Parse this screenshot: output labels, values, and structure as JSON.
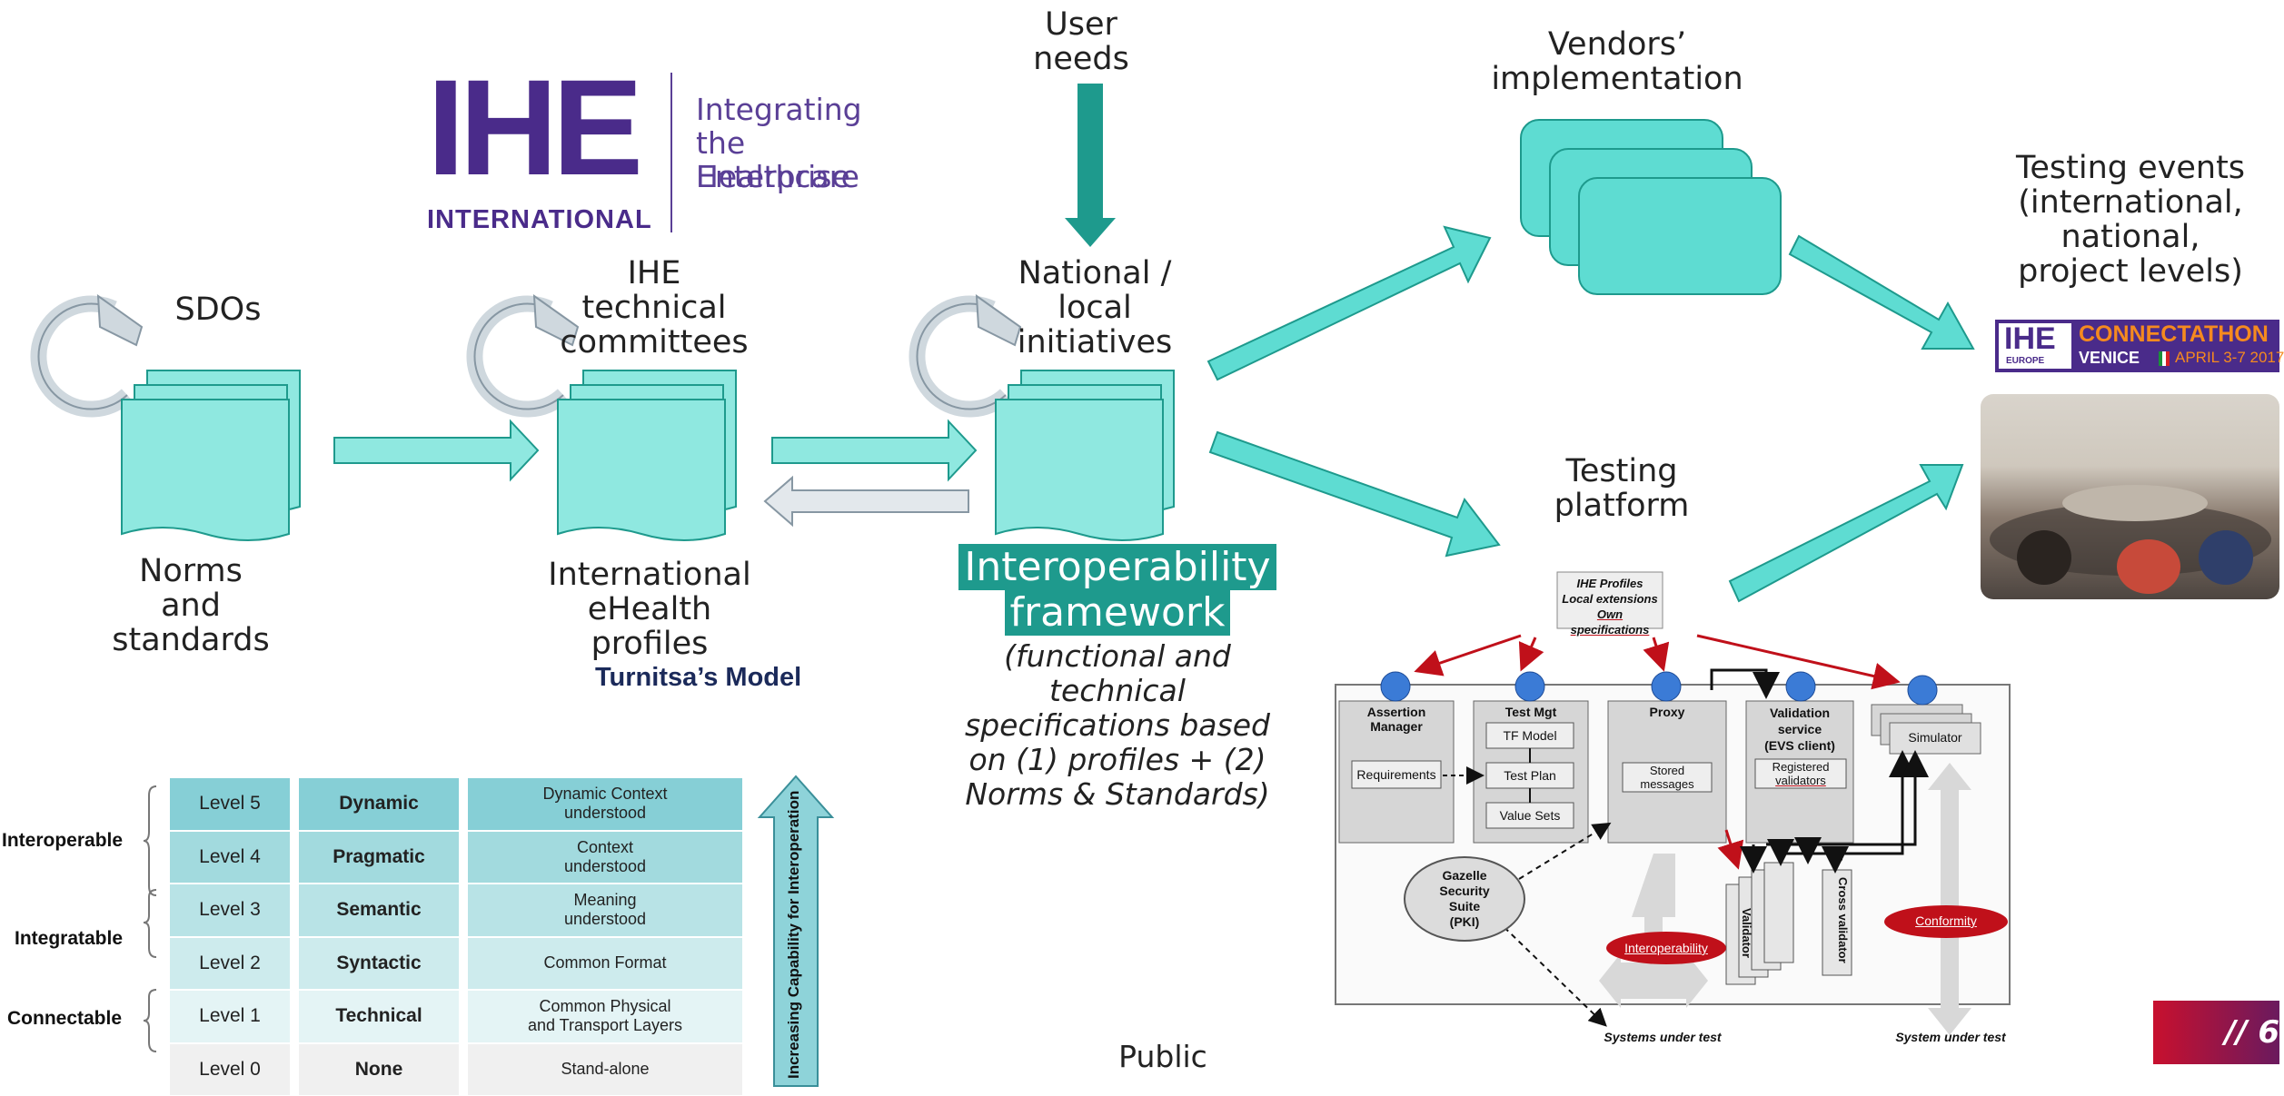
{
  "labels": {
    "user_needs": [
      "User",
      "needs"
    ],
    "vendors": [
      "Vendors’",
      "implementation"
    ],
    "testing_events": [
      "Testing events",
      "(international,",
      "national,",
      "project levels)"
    ],
    "sdos": "SDOs",
    "ihe_committees": [
      "IHE",
      "technical",
      "committees"
    ],
    "national_initiatives": [
      "National /",
      "local",
      "initiatives"
    ],
    "norms": [
      "Norms",
      "and",
      "standards"
    ],
    "profiles": [
      "International",
      "eHealth",
      "profiles"
    ],
    "testing_platform": [
      "Testing",
      "platform"
    ],
    "turnitsa": "Turnitsa’s Model",
    "public": "Public",
    "page_number": "// 6"
  },
  "logo": {
    "letters": "IHE",
    "sub": "INTERNATIONAL",
    "tagline": [
      "Integrating",
      "the Healthcare",
      "Enterprise"
    ]
  },
  "interop": {
    "title": [
      "Interoperability",
      "framework"
    ],
    "description": [
      "(functional and",
      "technical",
      "specifications based",
      "on (1) profiles + (2)",
      "Norms & Standards)"
    ]
  },
  "connectathon": {
    "ihe": "IHE",
    "europe": "EUROPE",
    "title": "CONNECTATHON",
    "venue": "VENICE",
    "dates": "APRIL 3-7 2017"
  },
  "platform": {
    "note": [
      "IHE Profiles",
      "Local extensions",
      "Own specifications"
    ],
    "assertion_manager": [
      "Assertion",
      "Manager"
    ],
    "requirements": "Requirements",
    "test_mgt": "Test Mgt",
    "tf_model": "TF Model",
    "test_plan": "Test Plan",
    "value_sets": "Value Sets",
    "proxy": "Proxy",
    "stored_messages": [
      "Stored",
      "messages"
    ],
    "validation_service": [
      "Validation",
      "service",
      "(EVS client)"
    ],
    "registered_validators": [
      "Registered",
      "validators"
    ],
    "simulator": "Simulator",
    "gazelle": [
      "Gazelle",
      "Security",
      "Suite",
      "(PKI)"
    ],
    "validator": "Validator",
    "cross_validator": "Cross validator",
    "interoperability": "Interoperability",
    "conformity": "Conformity",
    "systems_under_test": "Systems under test",
    "system_under_test": "System under test"
  },
  "turnitsa_table": {
    "groups": [
      "Interoperable",
      "Integratable",
      "Connectable"
    ],
    "rows": [
      {
        "level": "Level 5",
        "name": "Dynamic",
        "desc": [
          "Dynamic Context",
          "understood"
        ]
      },
      {
        "level": "Level 4",
        "name": "Pragmatic",
        "desc": [
          "Context",
          "understood"
        ]
      },
      {
        "level": "Level 3",
        "name": "Semantic",
        "desc": [
          "Meaning",
          "understood"
        ]
      },
      {
        "level": "Level 2",
        "name": "Syntactic",
        "desc": [
          "Common Format"
        ]
      },
      {
        "level": "Level 1",
        "name": "Technical",
        "desc": [
          "Common Physical",
          "and Transport Layers"
        ]
      },
      {
        "level": "Level 0",
        "name": "None",
        "desc": [
          "Stand-alone"
        ]
      }
    ],
    "arrow_label": "Increasing Capability for Interoperation"
  },
  "colors": {
    "teal": "#5edcd2",
    "teal_dark": "#1e9a8d",
    "doc_fill": "#8fe8e0",
    "purple": "#4a2b8a",
    "red": "#c0101a",
    "orange": "#e8651d"
  }
}
